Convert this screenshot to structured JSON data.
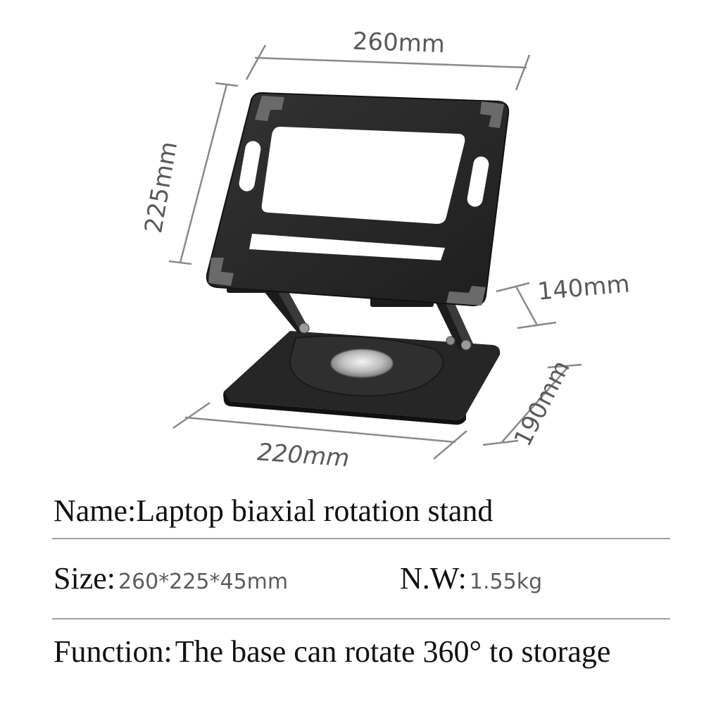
{
  "dimensions": {
    "width": "260mm",
    "height": "225mm",
    "lift": "140mm",
    "base_depth": "190mm",
    "base_width": "220mm"
  },
  "specs": {
    "name_label": "Name:",
    "name_value": "Laptop biaxial rotation stand",
    "size_label": "Size:",
    "size_value": "260*225*45mm",
    "weight_label": "N.W:",
    "weight_value": "1.55kg",
    "function_label": "Function:",
    "function_value": "The base can rotate 360° to storage"
  },
  "colors": {
    "product": "#2a2a2a",
    "dimension_lines": "#8a8a8a",
    "dimension_text": "#5a5a5a",
    "text": "#111111"
  }
}
